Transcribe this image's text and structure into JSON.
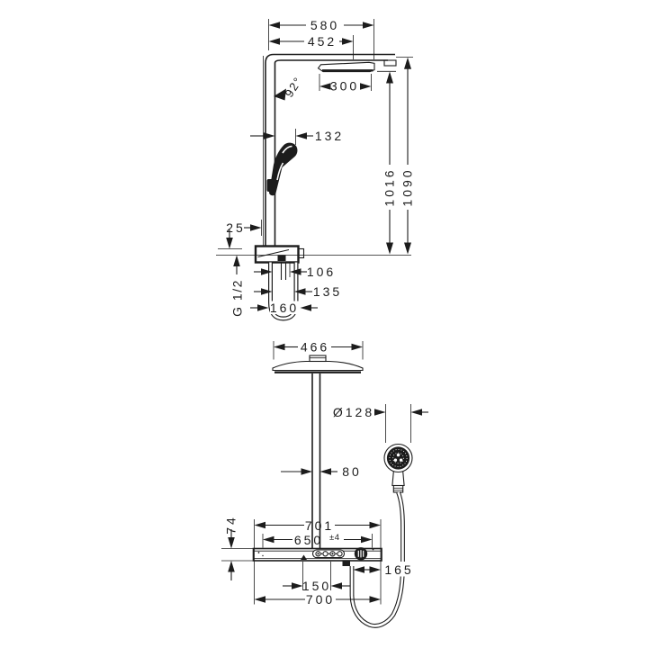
{
  "drawing": {
    "type": "technical-dimension-drawing",
    "product": "showerpipe with overhead shower, hand shower and shower tablet",
    "units": "mm",
    "side_view": {
      "dim_projection_total": "580",
      "dim_projection_arm": "452",
      "dim_arm_angle": "92°",
      "dim_head_width": "300",
      "dim_handshower_offset": "132",
      "dim_height_sprayface": "1016",
      "dim_height_total": "1090",
      "dim_wall_offset": "25",
      "dim_hose_106": "106",
      "dim_hose_135": "135",
      "dim_hose_160": "160",
      "thread_label": "G 1/2"
    },
    "front_view": {
      "dim_head_width": "466",
      "dim_handshower_diameter": "Ø128",
      "dim_pipe_width": "80",
      "dim_tablet_height": "74",
      "dim_tablet_701": "701",
      "dim_tablet_650": "650",
      "dim_tablet_650_tol": "±4",
      "dim_hose_outlet_165": "165",
      "dim_button_offset_150": "150",
      "dim_tablet_700": "700"
    }
  }
}
